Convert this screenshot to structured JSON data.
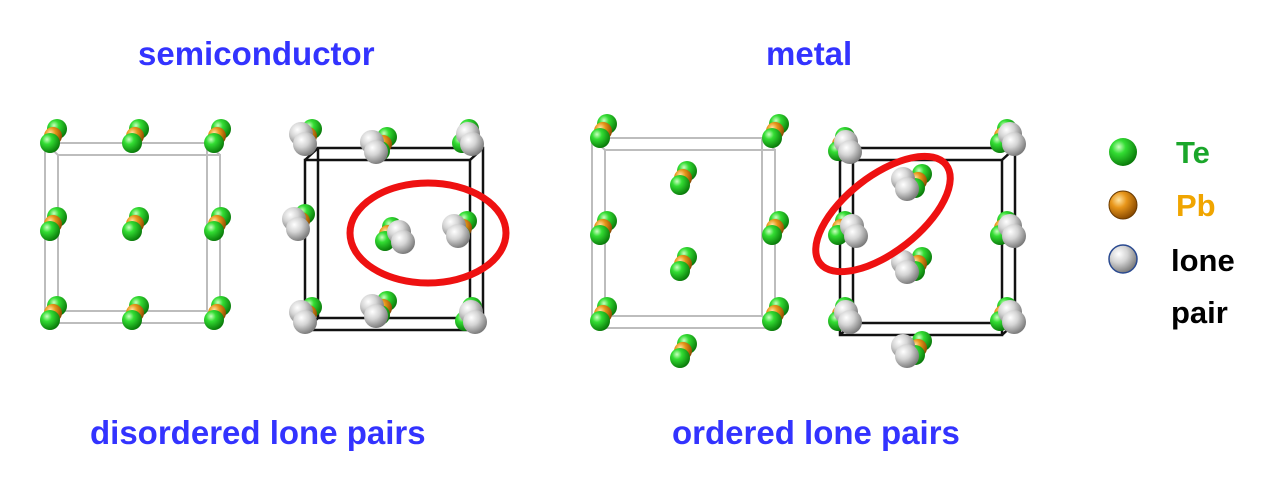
{
  "panels": {
    "left_title": "semiconductor",
    "right_title": "metal",
    "left_caption": "disordered lone pairs",
    "right_caption": "ordered lone pairs"
  },
  "legend": {
    "items": [
      {
        "label": "Te",
        "color": "#1aa62a"
      },
      {
        "label": "Pb",
        "color": "#f0a500"
      },
      {
        "label": "lone",
        "color": "#000000"
      },
      {
        "label": "pair",
        "color": "#000000"
      }
    ]
  },
  "colors": {
    "title": "#3333ff",
    "te_atom": "#22cc22",
    "pb_atom": "#e08a10",
    "lone_pair": "#d0d0d0",
    "highlight": "#ee1111"
  }
}
